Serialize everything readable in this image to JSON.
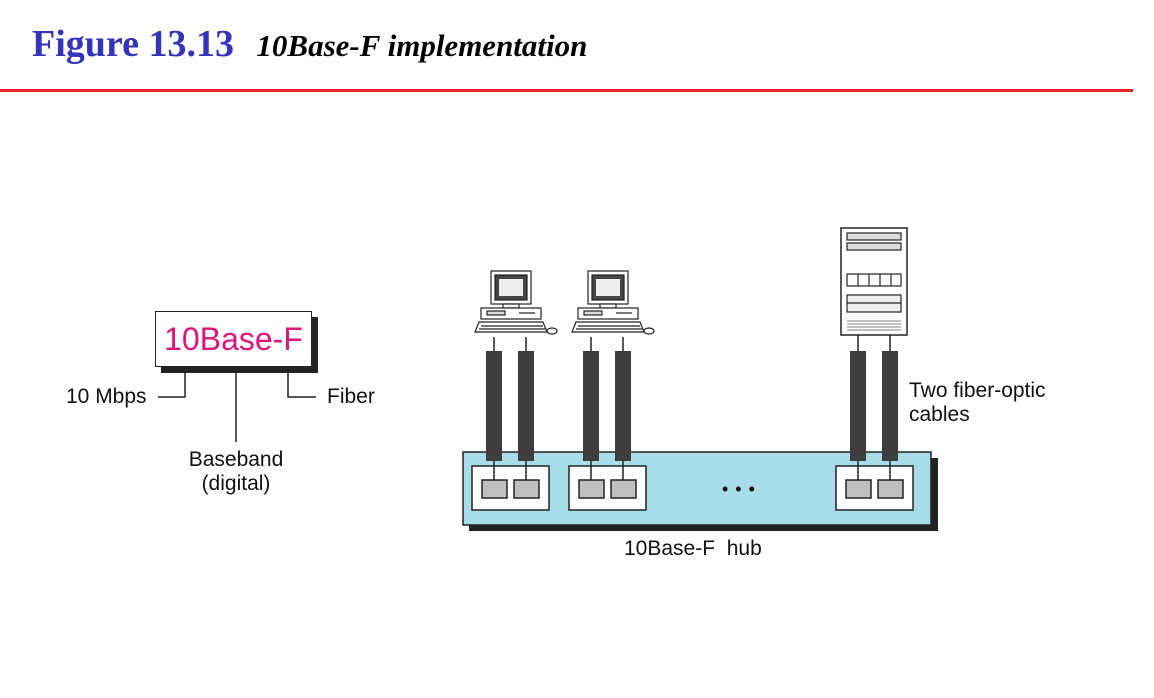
{
  "figure": {
    "number": "Figure 13.13",
    "caption": "10Base-F implementation"
  },
  "naming": {
    "code": "10Base-F",
    "rate_label": "10 Mbps",
    "medium_label": "Fiber",
    "signal_label_line1": "Baseband",
    "signal_label_line2": "(digital)"
  },
  "network": {
    "cable_label_line1": "Two fiber-optic",
    "cable_label_line2": "cables",
    "hub_label": "10Base-F  hub",
    "ellipsis": "• • •"
  },
  "colors": {
    "title": "#3333bb",
    "rule": "#e22525",
    "code_text": "#e0157a",
    "hub_fill": "#a8dce8",
    "cable": "#3d3d3d"
  }
}
